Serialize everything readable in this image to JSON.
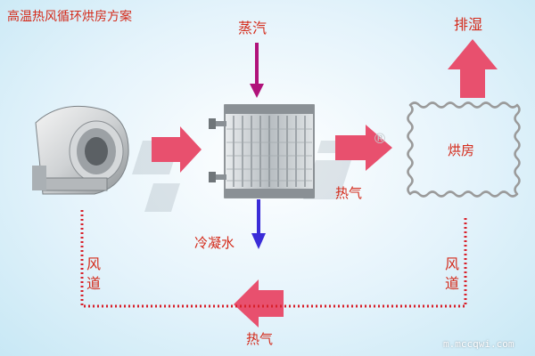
{
  "title": "高温热风循环烘房方案",
  "steam_label": "蒸汽",
  "exhaust_label": "排湿",
  "room_label": "烘房",
  "hot_air_label_mid": "热气",
  "condensate_label": "冷凝水",
  "duct_label_left": "风\n道",
  "duct_label_right": "风\n道",
  "hot_air_label_bottom": "热气",
  "registered_mark": "®",
  "watermark_text": "m.mccqwi.com",
  "colors": {
    "title": "#d42a1a",
    "labels": "#d42a1a",
    "arrow_red": "#e8506e",
    "arrow_purple": "#b0127a",
    "arrow_blue": "#3a2cd8",
    "duct_dots": "#d8202a",
    "room_border": "#9a9a9a",
    "background": "#d9eff9"
  },
  "icons": [
    "blower-fan-icon",
    "heat-exchanger-icon",
    "logo-watermark"
  ]
}
